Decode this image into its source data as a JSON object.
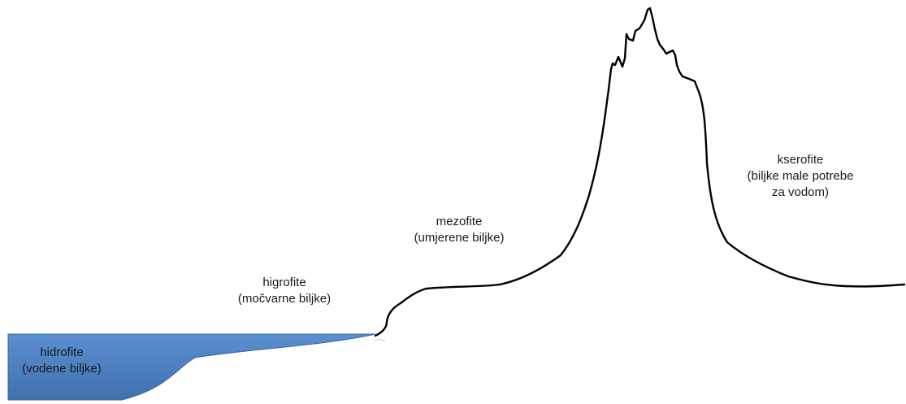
{
  "diagram": {
    "water_color": "#4a7ebb",
    "terrain_color": "#000000",
    "zones": [
      {
        "id": "hidrofite",
        "name": "hidrofite",
        "description": "(vodene biljke)"
      },
      {
        "id": "higrofite",
        "name": "higrofite",
        "description": "(močvarne biljke)"
      },
      {
        "id": "mezofite",
        "name": "mezofite",
        "description": "(umjerene biljke)"
      },
      {
        "id": "kserofite",
        "name": "kserofite",
        "description_lines": [
          "(biljke male potrebe",
          "za vodom)"
        ]
      }
    ]
  }
}
